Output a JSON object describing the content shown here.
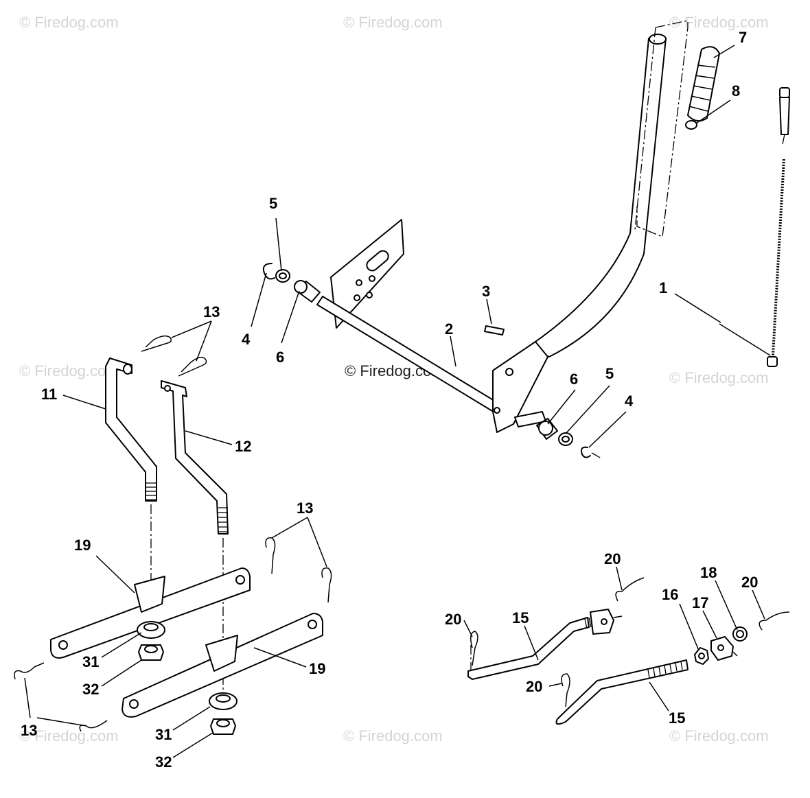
{
  "watermarks": {
    "corner_text": "© Firedog.com",
    "center_text": "© Firedog.com"
  },
  "callouts": {
    "c1": "1",
    "c2": "2",
    "c3": "3",
    "c4a": "4",
    "c4b": "4",
    "c5a": "5",
    "c5b": "5",
    "c6a": "6",
    "c6b": "6",
    "c7": "7",
    "c8": "8",
    "c11": "11",
    "c12": "12",
    "c13a": "13",
    "c13b": "13",
    "c13c": "13",
    "c15a": "15",
    "c15b": "15",
    "c16": "16",
    "c17": "17",
    "c18": "18",
    "c19a": "19",
    "c19b": "19",
    "c20a": "20",
    "c20b": "20",
    "c20c": "20",
    "c20d": "20",
    "c31a": "31",
    "c31b": "31",
    "c32a": "32",
    "c32b": "32"
  },
  "colors": {
    "line": "#000000",
    "watermark": "#d4d4d4",
    "background": "#ffffff"
  }
}
